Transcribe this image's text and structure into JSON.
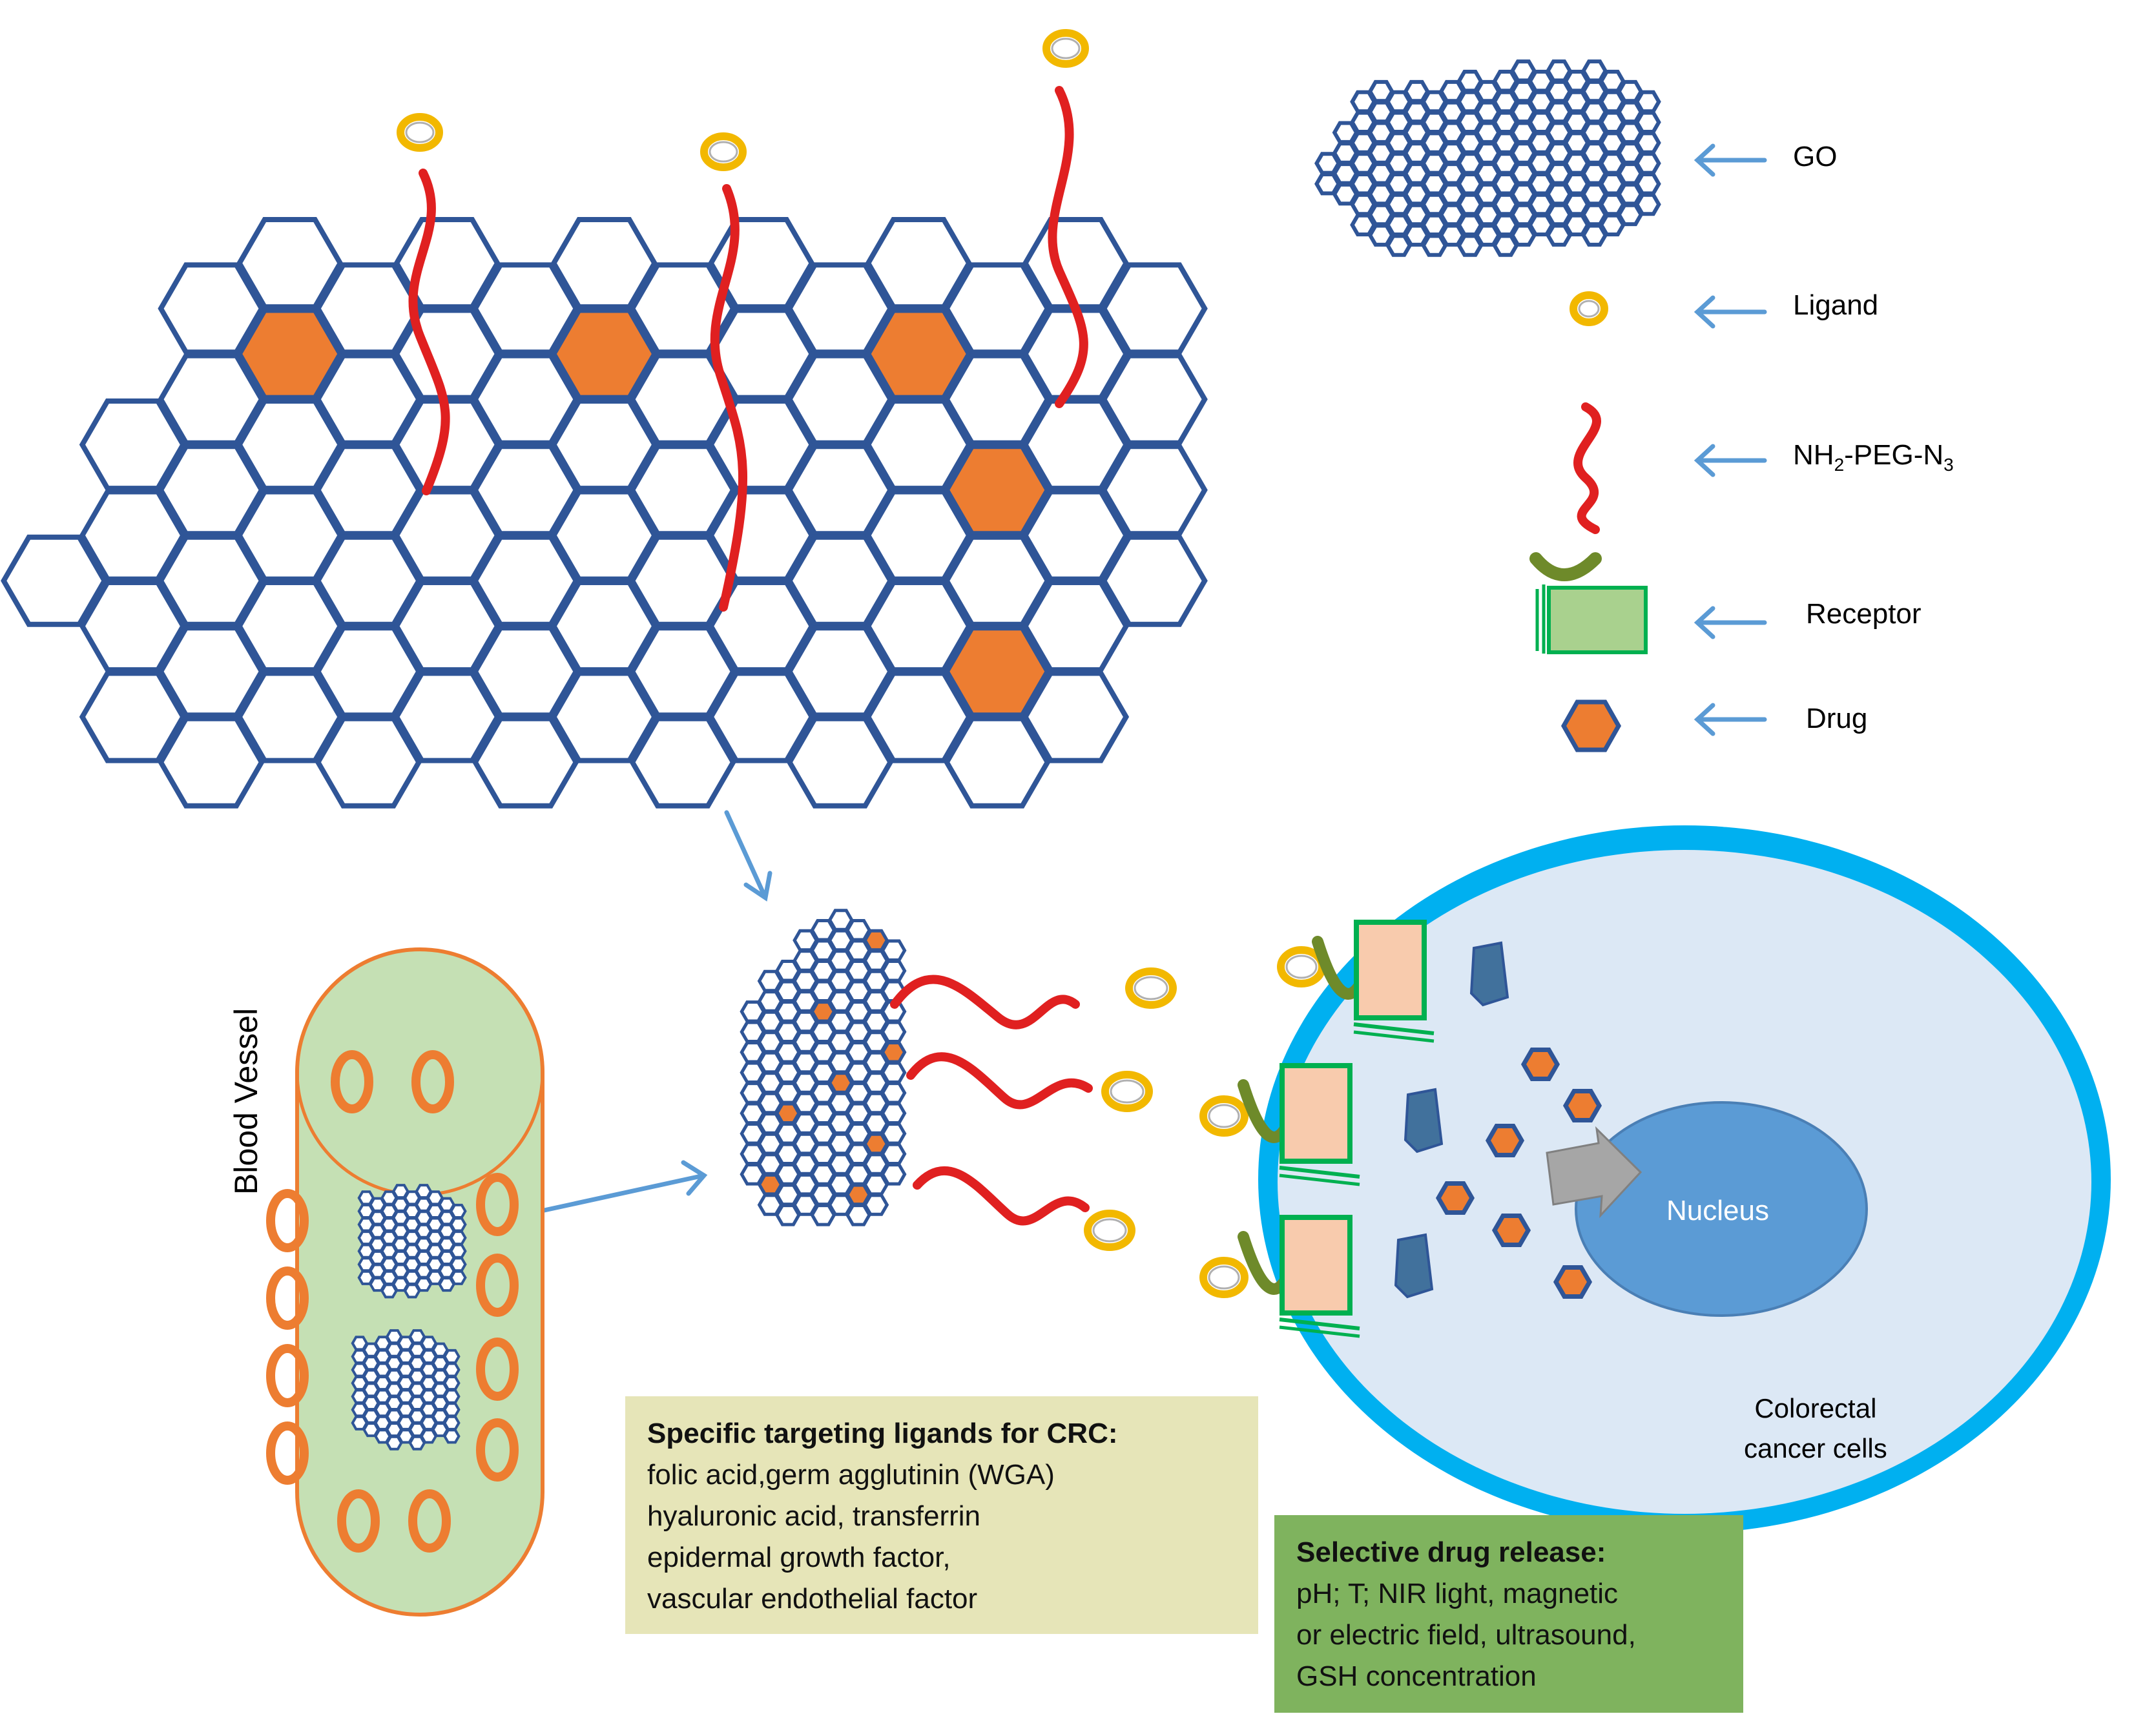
{
  "legend": {
    "go": "GO",
    "ligand": "Ligand",
    "peg_main": "NH",
    "peg_sub1": "2",
    "peg_mid": "-PEG-N",
    "peg_sub2": "3",
    "receptor": "Receptor",
    "drug": "Drug"
  },
  "labels": {
    "blood_vessel": "Blood Vessel",
    "nucleus": "Nucleus",
    "cells_line1": "Colorectal",
    "cells_line2": "cancer cells"
  },
  "ligands_box": {
    "title": "Specific targeting ligands for CRC:",
    "lines": [
      "folic acid,germ agglutinin (WGA)",
      "hyaluronic acid, transferrin",
      "epidermal growth factor,",
      "vascular endothelial factor"
    ]
  },
  "release_box": {
    "title": "Selective drug release:",
    "lines": [
      "pH; T; NIR light, magnetic",
      "or electric field, ultrasound,",
      "GSH concentration"
    ]
  },
  "colors": {
    "hex_stroke": "#2f5597",
    "drug": "#ed7d31",
    "peg": "#e02020",
    "ligand_ring": "#f2b800",
    "arrow": "#5b9bd5",
    "receptor_box": "#a9d18e",
    "receptor_border": "#00b050",
    "receptor_cup": "#6e8a2a",
    "receptor_bound": "#f8cbad",
    "cell_fill": "#dce8f5",
    "cell_membrane": "#00b0f0",
    "nucleus": "#5b9bd5",
    "vessel_fill": "#c5e0b4",
    "vessel_stroke": "#ed7d31",
    "ligands_box_bg": "#e6e5b8",
    "release_box_bg": "#7fb35e"
  }
}
